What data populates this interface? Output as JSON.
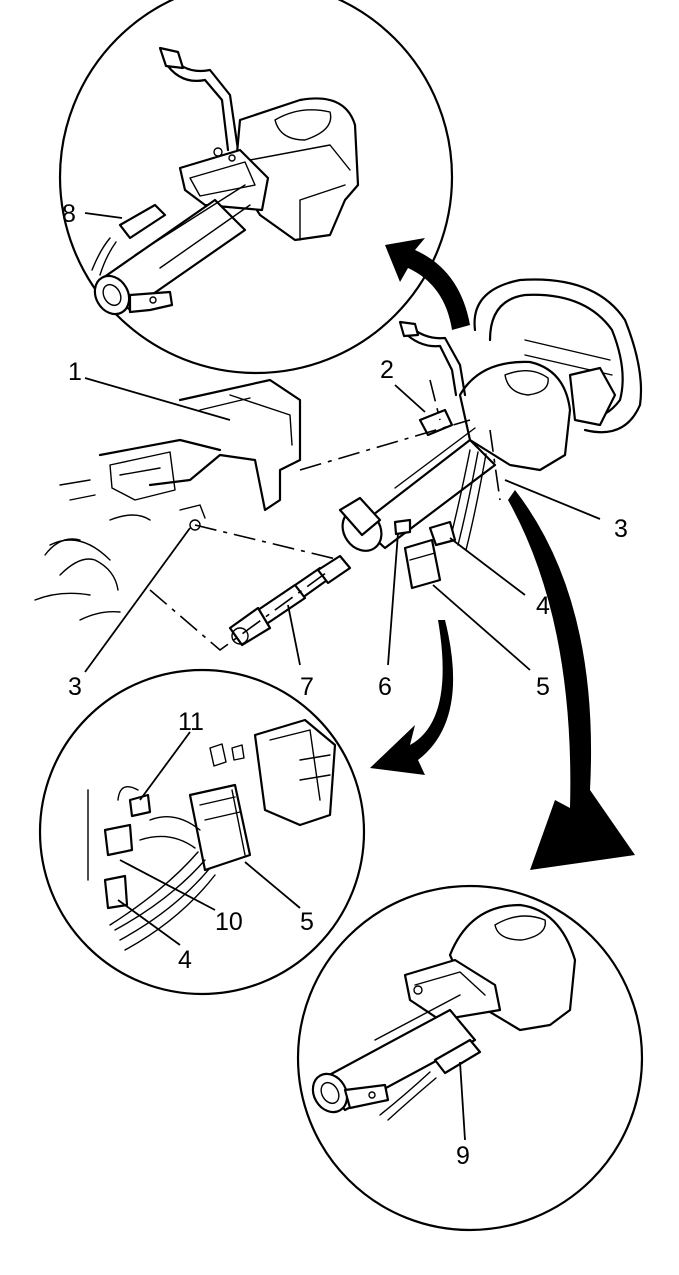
{
  "figure": {
    "callouts": {
      "c1": "1",
      "c2": "2",
      "c3_right": "3",
      "c3_left": "3",
      "c4_main": "4",
      "c5_main": "5",
      "c6": "6",
      "c7": "7",
      "c8": "8",
      "c9": "9",
      "c10": "10",
      "c11": "11",
      "c5_detail": "5",
      "c4_detail": "4"
    }
  }
}
